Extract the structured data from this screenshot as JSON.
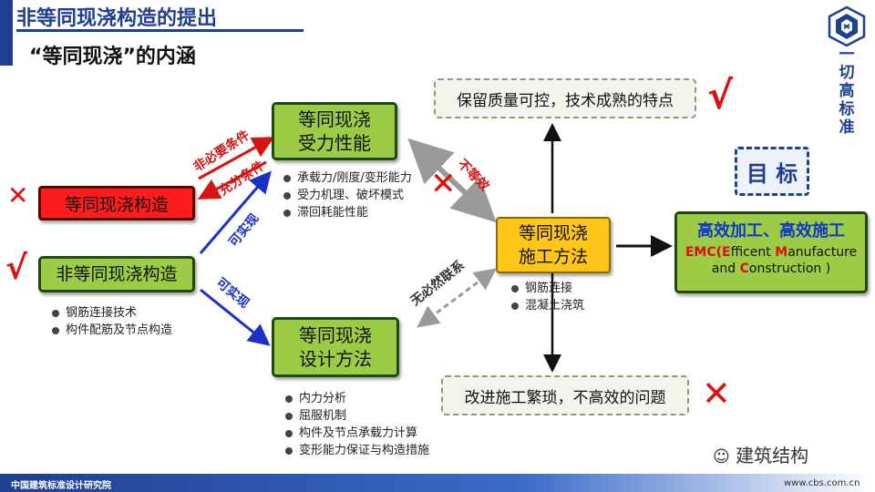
{
  "header": {
    "title": "非等同现浇构造的提出",
    "subtitle": "“等同现浇”的内涵",
    "slogan": [
      "一",
      "切",
      "高",
      "标",
      "准"
    ]
  },
  "boxes": {
    "force_performance": [
      "等同现浇",
      "受力性能"
    ],
    "equal_construction": "等同现浇构造",
    "non_equal_construction": "非等同现浇构造",
    "design_method": [
      "等同现浇",
      "设计方法"
    ],
    "construction_method": [
      "等同现浇",
      "施工方法"
    ],
    "keep_quality": "保留质量可控，技术成熟的特点",
    "improve": "改进施工繁琐，不高效的问题",
    "goal": "目 标"
  },
  "emc": {
    "title": "高效加工、高效施工",
    "line1_parts": [
      "EMC(",
      "E",
      "fficent ",
      "M",
      "anufacture"
    ],
    "line2_parts": [
      "and ",
      "C",
      "onstruction )"
    ]
  },
  "bullets": {
    "force": [
      "承载力/刚度/变形能力",
      "受力机理、破坏模式",
      "滞回耗能性能"
    ],
    "non_equal": [
      "钢筋连接技术",
      "构件配筋及节点构造"
    ],
    "construction": [
      "钢筋连接",
      "混凝土浇筑"
    ],
    "design": [
      "内力分析",
      "屈服机制",
      "构件及节点承载力计算",
      "变形能力保证与构造措施"
    ]
  },
  "arrow_labels": {
    "not_necessary": "非必要条件",
    "sufficient": "充分条件",
    "reachable_top": "可实现",
    "reachable_bottom": "可实现",
    "not_equivalent": "不等效",
    "no_necessary_relation": "无必然联系"
  },
  "marks": {
    "equal_construction": "✕",
    "non_equal_construction": "√",
    "keep_quality": "√",
    "improve": "✕",
    "not_equivalent": "✕"
  },
  "footer": {
    "org": "中国建筑标准设计研究院",
    "url": "www.cbs.com.cn",
    "watermark": "建筑结构"
  },
  "colors": {
    "brand_blue": "#1f3f8f",
    "green_box": "#9ccc45",
    "red_box": "#ff1c1c",
    "yellow_box": "#ffc61a",
    "mark_red": "#e01010"
  }
}
